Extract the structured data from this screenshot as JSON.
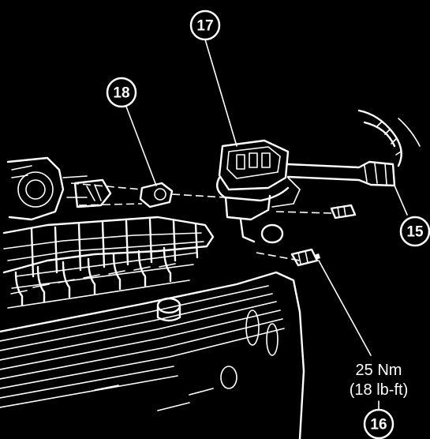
{
  "callouts": {
    "c15": "15",
    "c16": "16",
    "c17": "17",
    "c18": "18"
  },
  "torque": {
    "line1": "25 Nm",
    "line2": "(18 lb-ft)"
  }
}
